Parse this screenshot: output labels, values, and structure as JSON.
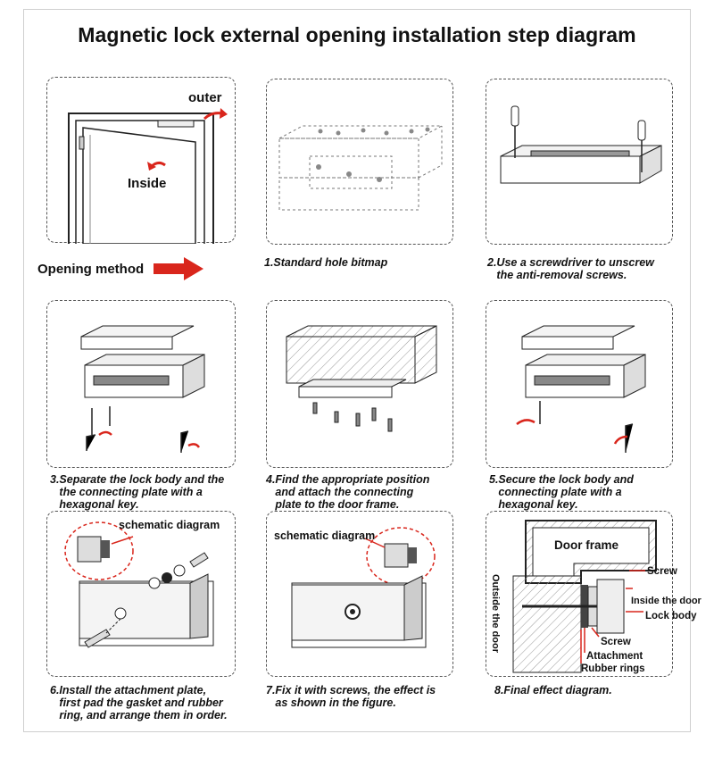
{
  "title": "Magnetic lock external opening installation step diagram",
  "colors": {
    "accent": "#d9261c",
    "line": "#222222",
    "dash": "#555555"
  },
  "panel0": {
    "outer": "outer",
    "inside": "Inside",
    "opening_method": "Opening method"
  },
  "steps": [
    {
      "caption": "1.Standard hole bitmap"
    },
    {
      "caption": "2.Use a screwdriver to unscrew\n   the anti-removal screws."
    },
    {
      "caption": "3.Separate the lock body and the\n   the connecting plate with a\n   hexagonal key."
    },
    {
      "caption": "4.Find the appropriate position\n   and attach the connecting\n   plate to the door frame."
    },
    {
      "caption": "5.Secure the lock body and\n   connecting plate with a\n   hexagonal key."
    },
    {
      "caption": "6.Install the attachment plate,\n   first pad the gasket and rubber\n   ring, and arrange them in order.",
      "label": "schematic diagram"
    },
    {
      "caption": "7.Fix it with screws, the effect is\n   as shown in the figure.",
      "label": "schematic diagram"
    },
    {
      "caption": "8.Final effect diagram.",
      "labels": {
        "door_frame": "Door frame",
        "screw_top": "Screw",
        "outside": "Outside the door",
        "inside": "Inside the door",
        "lock_body": "Lock body",
        "screw_bottom": "Screw",
        "attachment": "Attachment",
        "rubber": "Rubber rings"
      }
    }
  ]
}
